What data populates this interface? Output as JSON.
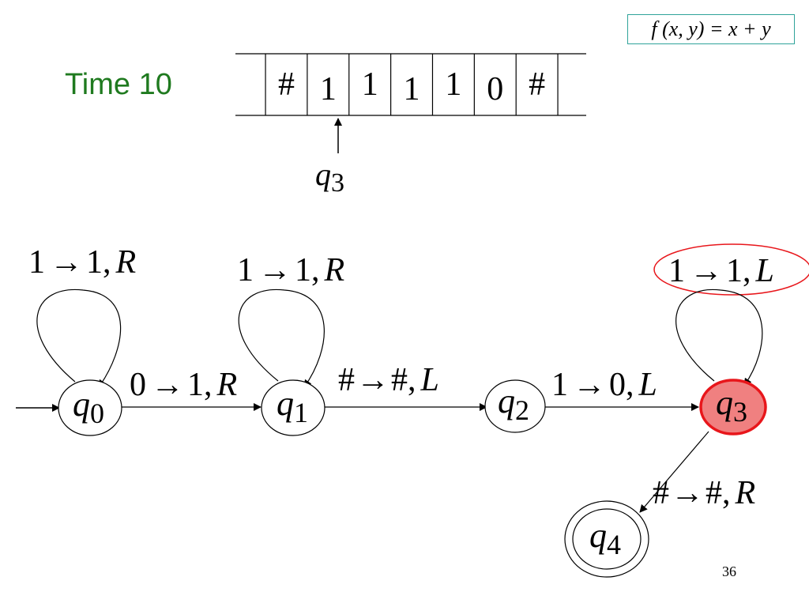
{
  "formula": "f (x, y) = x + y",
  "time_label": "Time 10",
  "tape": {
    "cells": [
      "",
      "#",
      "1",
      "1",
      "1",
      "1",
      "0",
      "#"
    ],
    "head_state": {
      "base": "q",
      "sub": "3"
    }
  },
  "states": [
    {
      "id": "q0",
      "base": "q",
      "sub": "0",
      "initial": true,
      "accepting": false,
      "current": false
    },
    {
      "id": "q1",
      "base": "q",
      "sub": "1",
      "initial": false,
      "accepting": false,
      "current": false
    },
    {
      "id": "q2",
      "base": "q",
      "sub": "2",
      "initial": false,
      "accepting": false,
      "current": false
    },
    {
      "id": "q3",
      "base": "q",
      "sub": "3",
      "initial": false,
      "accepting": false,
      "current": true
    },
    {
      "id": "q4",
      "base": "q",
      "sub": "4",
      "initial": false,
      "accepting": true,
      "current": false
    }
  ],
  "transitions": [
    {
      "from": "q0",
      "to": "q0",
      "read": "1",
      "write": "1",
      "move": "R"
    },
    {
      "from": "q1",
      "to": "q1",
      "read": "1",
      "write": "1",
      "move": "R"
    },
    {
      "from": "q3",
      "to": "q3",
      "read": "1",
      "write": "1",
      "move": "L",
      "highlighted": true
    },
    {
      "from": "q0",
      "to": "q1",
      "read": "0",
      "write": "1",
      "move": "R"
    },
    {
      "from": "q1",
      "to": "q2",
      "read": "#",
      "write": "#",
      "move": "L"
    },
    {
      "from": "q2",
      "to": "q3",
      "read": "1",
      "write": "0",
      "move": "L"
    },
    {
      "from": "q3",
      "to": "q4",
      "read": "#",
      "write": "#",
      "move": "R"
    }
  ],
  "arrow_symbol": "→",
  "separator": ",",
  "colors": {
    "time_label": "#1f7a1f",
    "current_state_fill": "#f08080",
    "current_state_stroke": "#e8161b",
    "highlight_ellipse": "#e8161b",
    "formula_border": "#2fa39a"
  },
  "page_number": "36"
}
